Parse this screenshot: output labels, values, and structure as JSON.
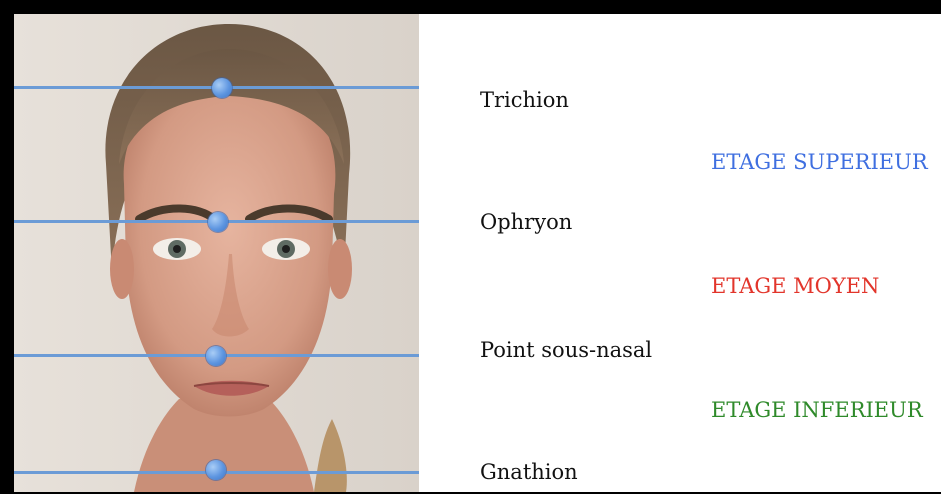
{
  "landmarks": {
    "trichion": "Trichion",
    "ophryon": "Ophryon",
    "subnasal": "Point sous-nasal",
    "gnathion": "Gnathion"
  },
  "stages": {
    "upper": {
      "label": "ETAGE SUPERIEUR",
      "color": "#3f6fe0"
    },
    "middle": {
      "label": "ETAGE MOYEN",
      "color": "#e2352b"
    },
    "lower": {
      "label": "ETAGE INFERIEUR",
      "color": "#2f8a2a"
    }
  },
  "colors": {
    "frame": "#000000",
    "guide_line": "#6b9bd6",
    "guide_dot": "#5d95e0"
  }
}
